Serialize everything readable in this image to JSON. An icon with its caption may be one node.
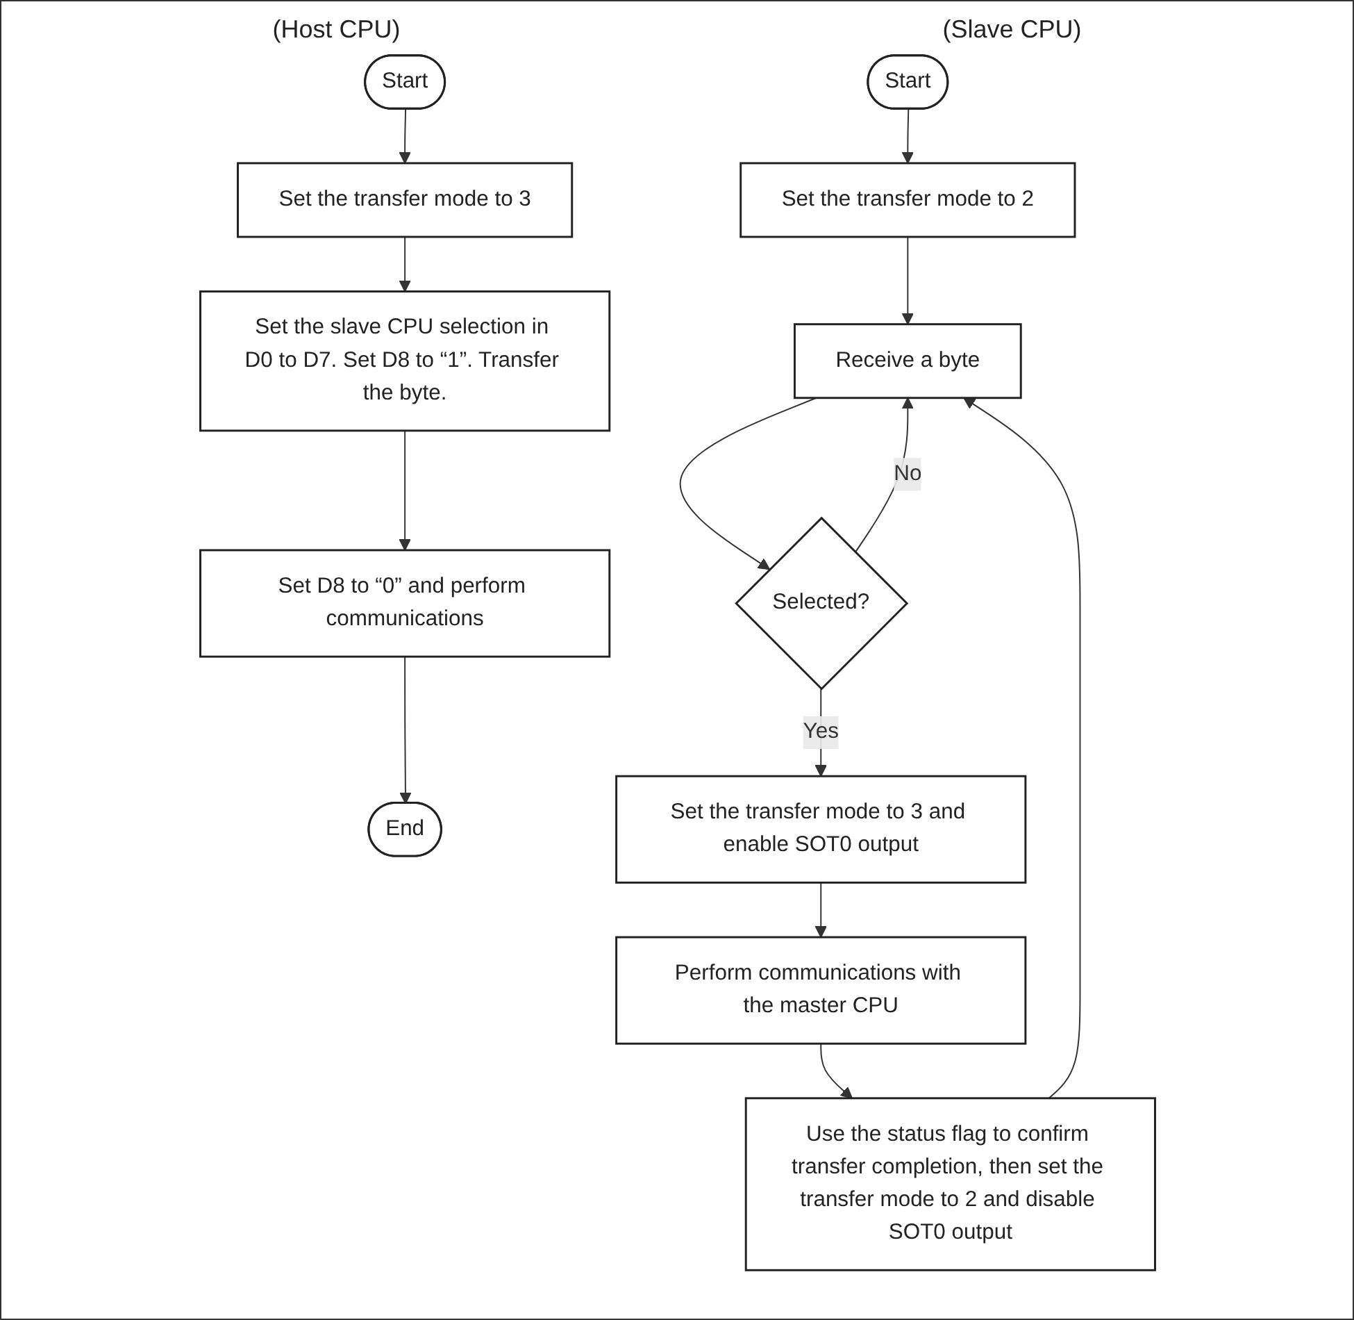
{
  "diagram": {
    "nodes": [
      {
        "text": [
          "Start"
        ]
      },
      {
        "text": [
          "Set the transfer mode to 3"
        ]
      },
      {
        "text": [
          "Set the slave CPU selection in D0 to D7. Set D8 to “1”. Transfer the byte."
        ]
      },
      {
        "text": [
          "Set D8 to “0” and perform communications"
        ]
      },
      {
        "text": [
          "End"
        ]
      },
      {
        "text": [
          "Start"
        ]
      },
      {
        "text": [
          "Set the transfer mode to 2"
        ]
      },
      {
        "text": [
          "Receive a byte"
        ]
      },
      {
        "text": [
          "Selected?"
        ]
      },
      {
        "text": [
          "Set the transfer mode to 3 and enable SOT0 output"
        ]
      },
      {
        "text": [
          "Perform communications with the master CPU"
        ]
      },
      {
        "text": [
          "Use the status flag to confirm transfer completion, then set the transfer mode to 2 and disable SOT0 output"
        ]
      }
    ],
    "edges": [
      {
        "from": 0,
        "to": 1,
        "arrow": "to"
      },
      {
        "from": 1,
        "to": 2,
        "arrow": "to"
      },
      {
        "from": 2,
        "to": 3,
        "arrow": "to"
      },
      {
        "from": 3,
        "to": 4,
        "arrow": "to"
      },
      {
        "from": 5,
        "to": 6,
        "arrow": "to"
      },
      {
        "from": 6,
        "to": 7,
        "arrow": "to"
      },
      {
        "from": 7,
        "to": 8,
        "arrow": "to"
      },
      {
        "from": 8,
        "to": 7,
        "label": "No",
        "arrow": "to"
      },
      {
        "from": 8,
        "to": 9,
        "label": "Yes",
        "arrow": "to"
      },
      {
        "from": 9,
        "to": 10,
        "arrow": "to"
      },
      {
        "from": 10,
        "to": 11,
        "arrow": "to"
      },
      {
        "from": 11,
        "to": 7,
        "arrow": "to"
      }
    ],
    "labels": [
      "(Host CPU)",
      "(Slave CPU)"
    ]
  }
}
